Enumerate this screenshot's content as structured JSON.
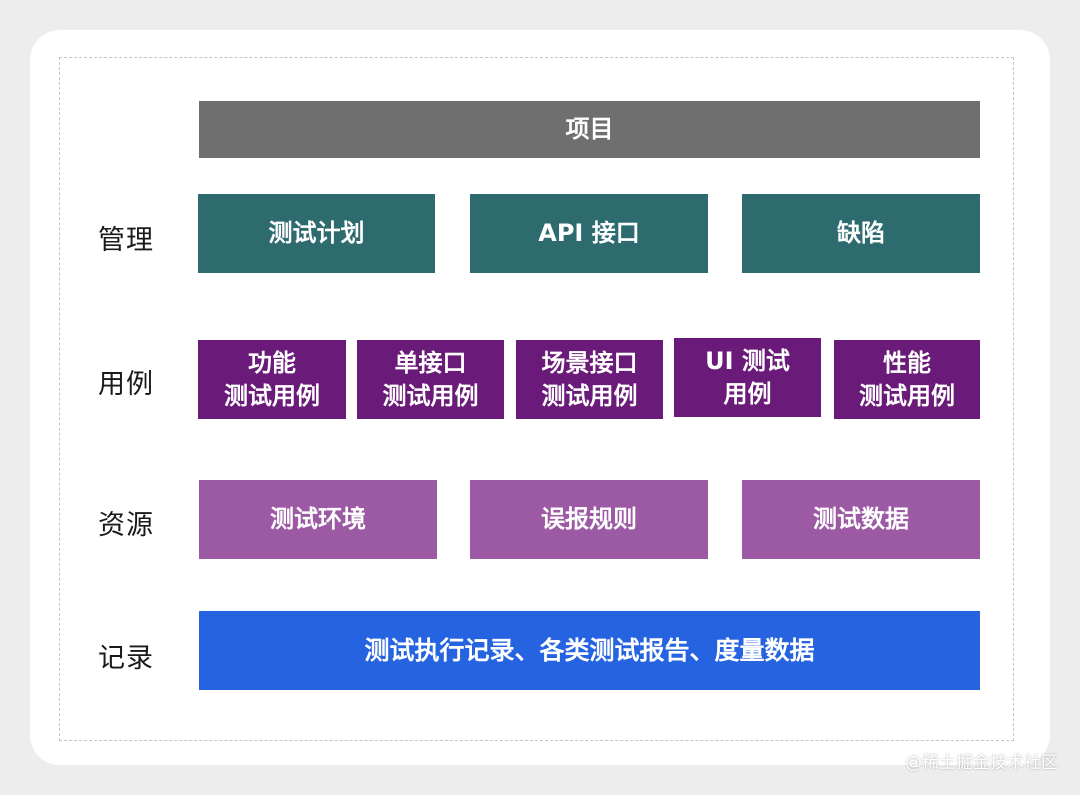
{
  "project": "项目",
  "rows": {
    "management": {
      "label": "管理",
      "items": [
        "测试计划",
        "API 接口",
        "缺陷"
      ]
    },
    "cases": {
      "label": "用例",
      "items": [
        {
          "line1": "功能",
          "line2": "测试用例"
        },
        {
          "line1": "单接口",
          "line2": "测试用例"
        },
        {
          "line1": "场景接口",
          "line2": "测试用例"
        },
        {
          "line1": "UI 测试",
          "line2": "用例"
        },
        {
          "line1": "性能",
          "line2": "测试用例"
        }
      ]
    },
    "resources": {
      "label": "资源",
      "items": [
        "测试环境",
        "误报规则",
        "测试数据"
      ]
    },
    "records": {
      "label": "记录",
      "text": "测试执行记录、各类测试报告、度量数据"
    }
  },
  "watermark": "@稀土掘金技术社区",
  "colors": {
    "project": "#6f6f6f",
    "management": "#2d6b6f",
    "cases": "#6a1a78",
    "resources": "#9b5aa3",
    "records": "#2563e0"
  }
}
